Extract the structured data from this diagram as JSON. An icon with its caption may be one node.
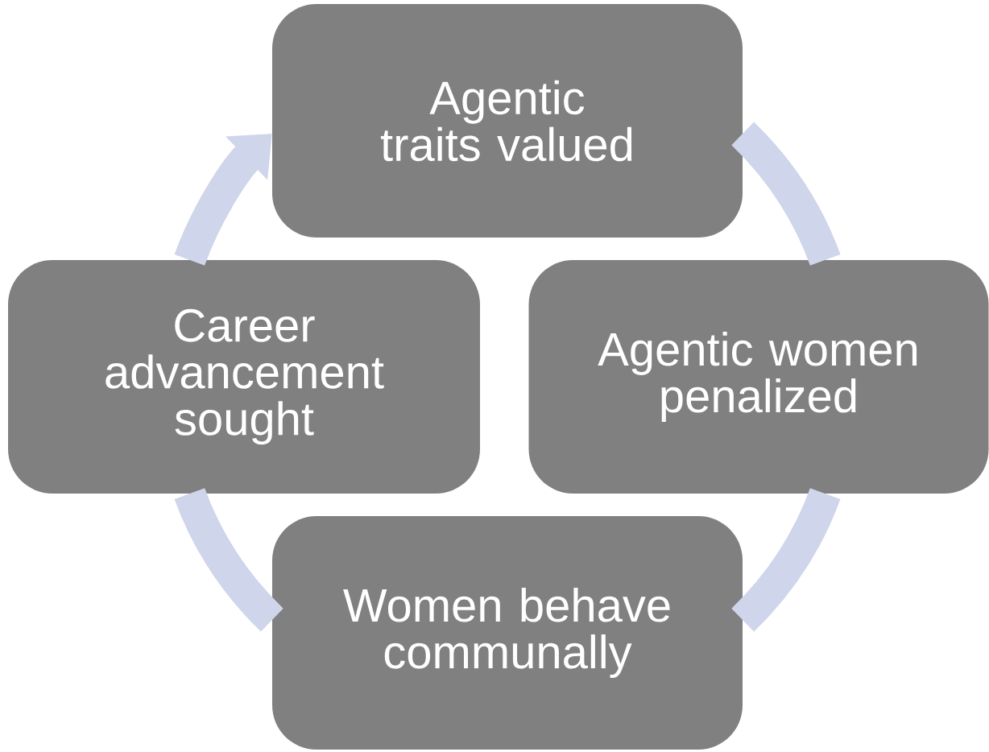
{
  "diagram": {
    "nodes": [
      {
        "text": [
          "Agentic traits valued"
        ]
      },
      {
        "text": [
          "Agentic women penalized"
        ]
      },
      {
        "text": [
          "Women behave communally"
        ]
      },
      {
        "text": [
          "Career advancement sought"
        ]
      }
    ],
    "edges": [
      {
        "from": 0,
        "to": 1,
        "arrow": "none"
      },
      {
        "from": 1,
        "to": 2,
        "arrow": "none"
      },
      {
        "from": 2,
        "to": 3,
        "arrow": "none"
      },
      {
        "from": 3,
        "to": 0,
        "arrow": "to"
      }
    ]
  }
}
